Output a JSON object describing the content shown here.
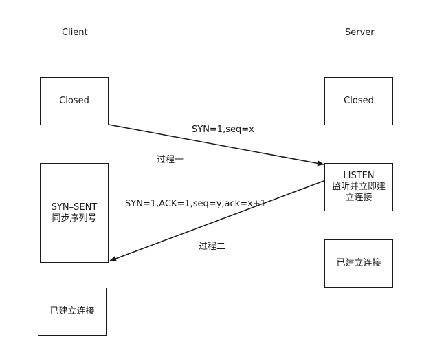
{
  "headers": {
    "client": "Client",
    "server": "Server"
  },
  "client": {
    "closed": "Closed",
    "syn_sent_line1": "SYN–SENT",
    "syn_sent_line2": "同步序列号",
    "established": "已建立连接"
  },
  "server": {
    "closed": "Closed",
    "listen_line1": "LISTEN",
    "listen_line2": "监听并立即建",
    "listen_line3": "立连接",
    "established": "已建立连接"
  },
  "messages": {
    "syn": "SYN=1,seq=x",
    "syn_ack": "SYN=1,ACK=1,seq=y,ack=x+1"
  },
  "steps": {
    "step1": "过程一",
    "step2": "过程二"
  }
}
